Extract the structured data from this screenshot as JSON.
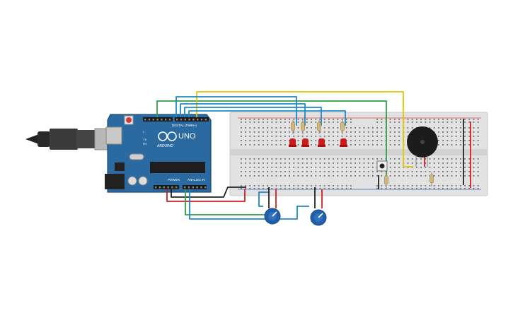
{
  "board": {
    "brand": "ARDUINO",
    "model": "UNO",
    "digital_header": "DIGITAL (PWM~)",
    "power_label": "POWER",
    "analog_label": "ANALOG IN",
    "tx_label": "TX",
    "rx_label": "RX",
    "l_label": "L"
  },
  "components": {
    "leds": [
      "led-1",
      "led-2",
      "led-3",
      "led-4"
    ],
    "potentiometers": [
      "potentiometer-1",
      "potentiometer-2"
    ],
    "buzzer": "piezo-buzzer",
    "button": "pushbutton"
  },
  "colors": {
    "board": "#2a6aa0",
    "breadboard": "#e2e2e2",
    "wire_blue": "#1e88c8",
    "wire_green": "#2e9e4a",
    "wire_yellow": "#e6c500",
    "wire_red": "#d21f1f",
    "wire_black": "#222222",
    "led": "#cc1a1a",
    "pot": "#1f5fa8"
  }
}
